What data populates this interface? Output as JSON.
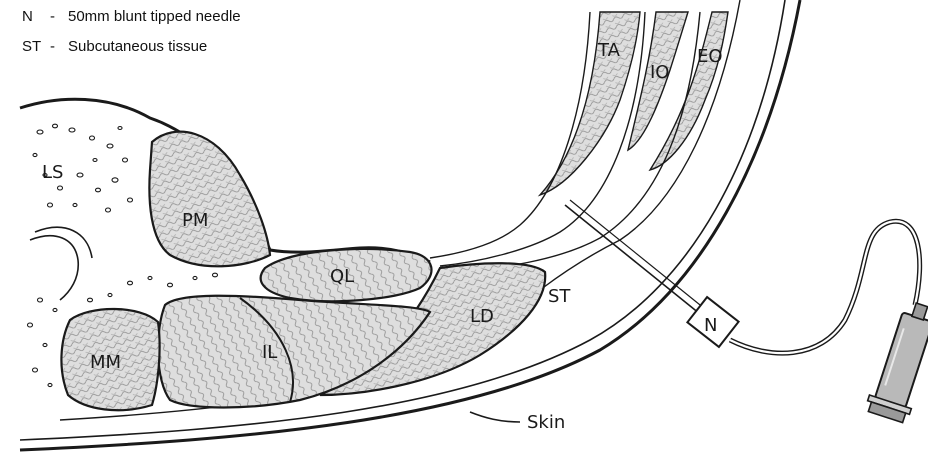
{
  "legend": [
    {
      "key": "N",
      "text": "50mm blunt tipped needle"
    },
    {
      "key": "ST",
      "text": "Subcutaneous tissue"
    }
  ],
  "labels": {
    "ls": "LS",
    "pm": "PM",
    "ql": "QL",
    "mm": "MM",
    "il": "IL",
    "ld": "LD",
    "st": "ST",
    "ta": "TA",
    "io": "IO",
    "eo": "EO",
    "n": "N",
    "skin": "Skin"
  },
  "colors": {
    "line": "#1a1a1a",
    "muscle_fill": "#d6d6d6",
    "background": "#ffffff"
  }
}
